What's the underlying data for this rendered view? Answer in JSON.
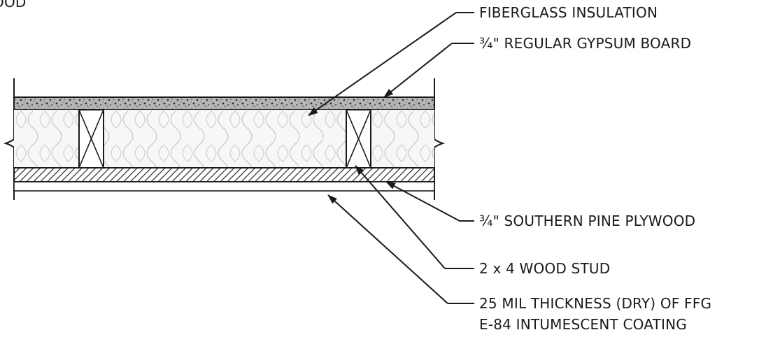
{
  "partial_heading": "OOD",
  "labels": {
    "insulation": "FIBERGLASS INSULATION",
    "gypsum": "¾\" REGULAR GYPSUM BOARD",
    "plywood": "¾\" SOUTHERN PINE PLYWOOD",
    "stud": "2 x 4 WOOD STUD",
    "coating_line1": "25 MIL THICKNESS (DRY) OF FFG",
    "coating_line2": "E-84 INTUMESCENT COATING"
  },
  "colors": {
    "ink": "#1a1a1a",
    "background": "#ffffff",
    "gypsum_fill": "#9a9a9a",
    "insulation_fill": "#f6f6f6",
    "plywood_hatch": "#2a2a2a"
  }
}
